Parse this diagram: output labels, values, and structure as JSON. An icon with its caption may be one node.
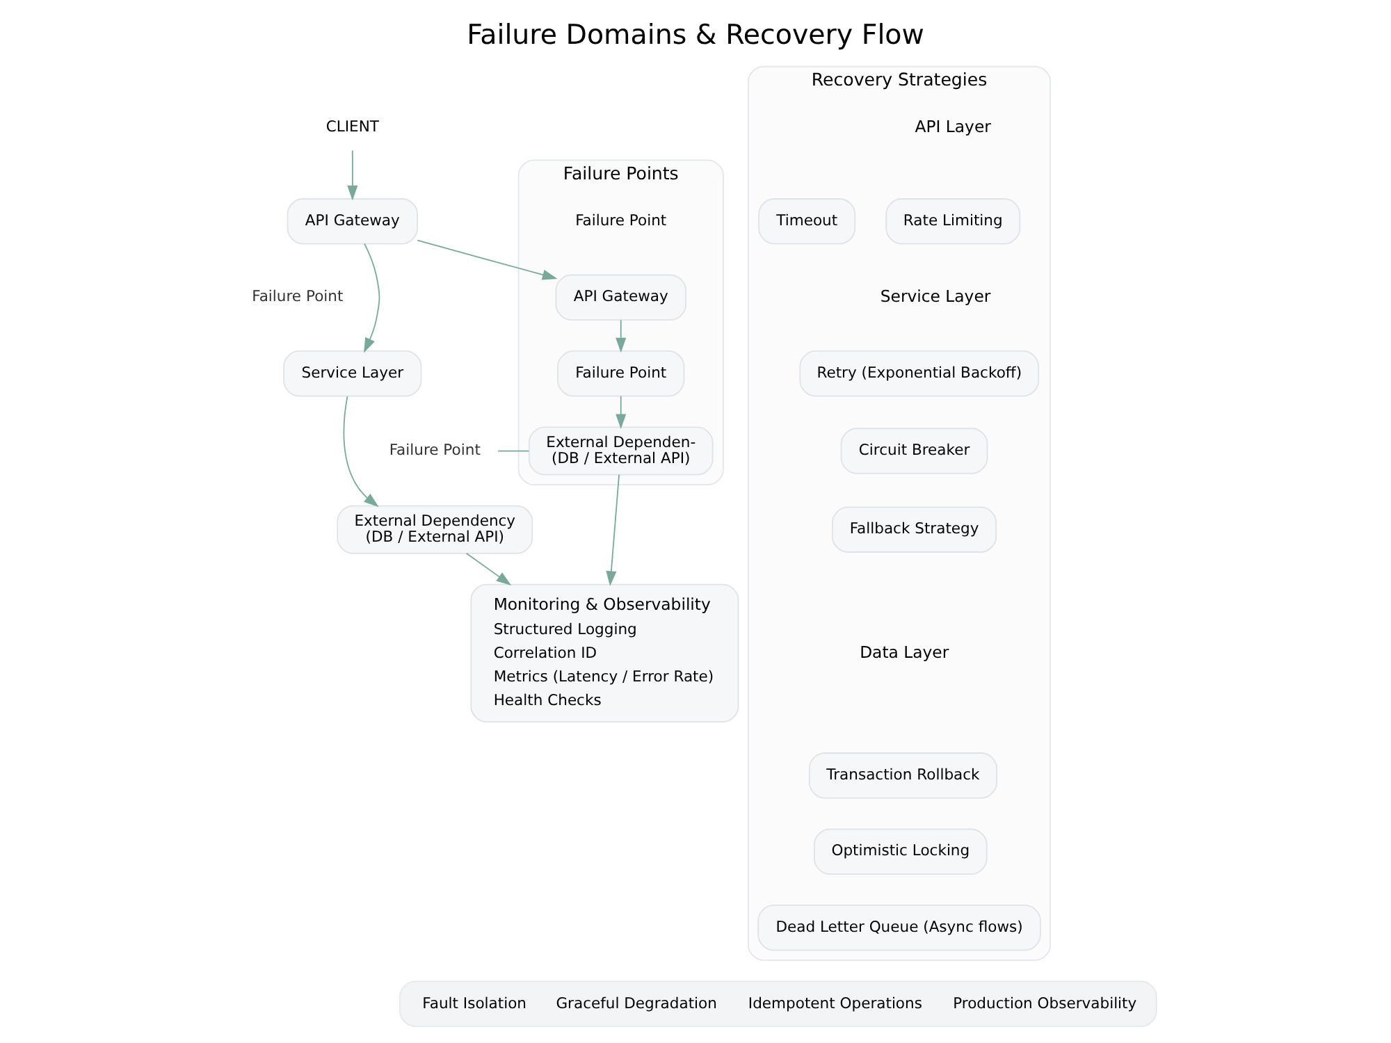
{
  "diagram": {
    "title": "Failure Domains & Recovery Flow",
    "nodes": [
      {
        "text": [
          "CLIENT"
        ]
      },
      {
        "text": [
          "API Gateway"
        ]
      },
      {
        "text": [
          "Failure Point"
        ]
      },
      {
        "text": [
          "Service Layer"
        ]
      },
      {
        "text": [
          "Failure Point"
        ]
      },
      {
        "text": [
          "External Dependency",
          "(DB / External API)"
        ]
      },
      {
        "text": [
          "Failure Points"
        ]
      },
      {
        "text": [
          "Failure Point"
        ],
        "in": 6
      },
      {
        "text": [
          "API Gateway"
        ],
        "in": 6
      },
      {
        "text": [
          "Failure Point"
        ],
        "in": 6
      },
      {
        "text": [
          "External Dependen-",
          "(DB / External API)"
        ],
        "in": 6
      },
      {
        "text": [
          "Monitoring & Observability",
          "Structured Logging",
          "Correlation ID",
          "Metrics (Latency / Error Rate)",
          "Health Checks"
        ]
      },
      {
        "text": [
          "Recovery Strategies"
        ]
      },
      {
        "text": [
          "Rate Limiting"
        ],
        "in": 12
      },
      {
        "text": [
          "Timeout"
        ],
        "in": 12
      },
      {
        "text": [
          "Retry (Exponential Backoff)"
        ],
        "in": 12
      },
      {
        "text": [
          "Circuit Breaker"
        ],
        "in": 12
      },
      {
        "text": [
          "Fallback Strategy"
        ],
        "in": 12
      },
      {
        "text": [
          "Transaction Rollback"
        ],
        "in": 12
      },
      {
        "text": [
          "Optimistic Locking"
        ],
        "in": 12
      },
      {
        "text": [
          "Dead Letter Queue (Async flows)"
        ],
        "in": 12
      },
      {
        "text": [
          "Fault Isolation",
          "Graceful Degradation",
          "Idempotent Operations",
          "Production Observability"
        ]
      }
    ],
    "edges": [
      {
        "from": 0,
        "to": 1,
        "arrow": "to"
      },
      {
        "from": 1,
        "to": 3,
        "arrow": "to"
      },
      {
        "from": 3,
        "to": 5,
        "arrow": "to"
      },
      {
        "from": 1,
        "to": 8,
        "arrow": "to"
      },
      {
        "from": 4,
        "to": 10,
        "arrow": "none"
      },
      {
        "from": 8,
        "to": 9,
        "arrow": "to"
      },
      {
        "from": 9,
        "to": 10,
        "arrow": "to"
      },
      {
        "from": 10,
        "to": 11,
        "arrow": "to"
      },
      {
        "from": 5,
        "to": 11,
        "arrow": "to"
      }
    ],
    "labels": [
      "API Layer",
      "Service Layer",
      "Data Layer"
    ]
  }
}
